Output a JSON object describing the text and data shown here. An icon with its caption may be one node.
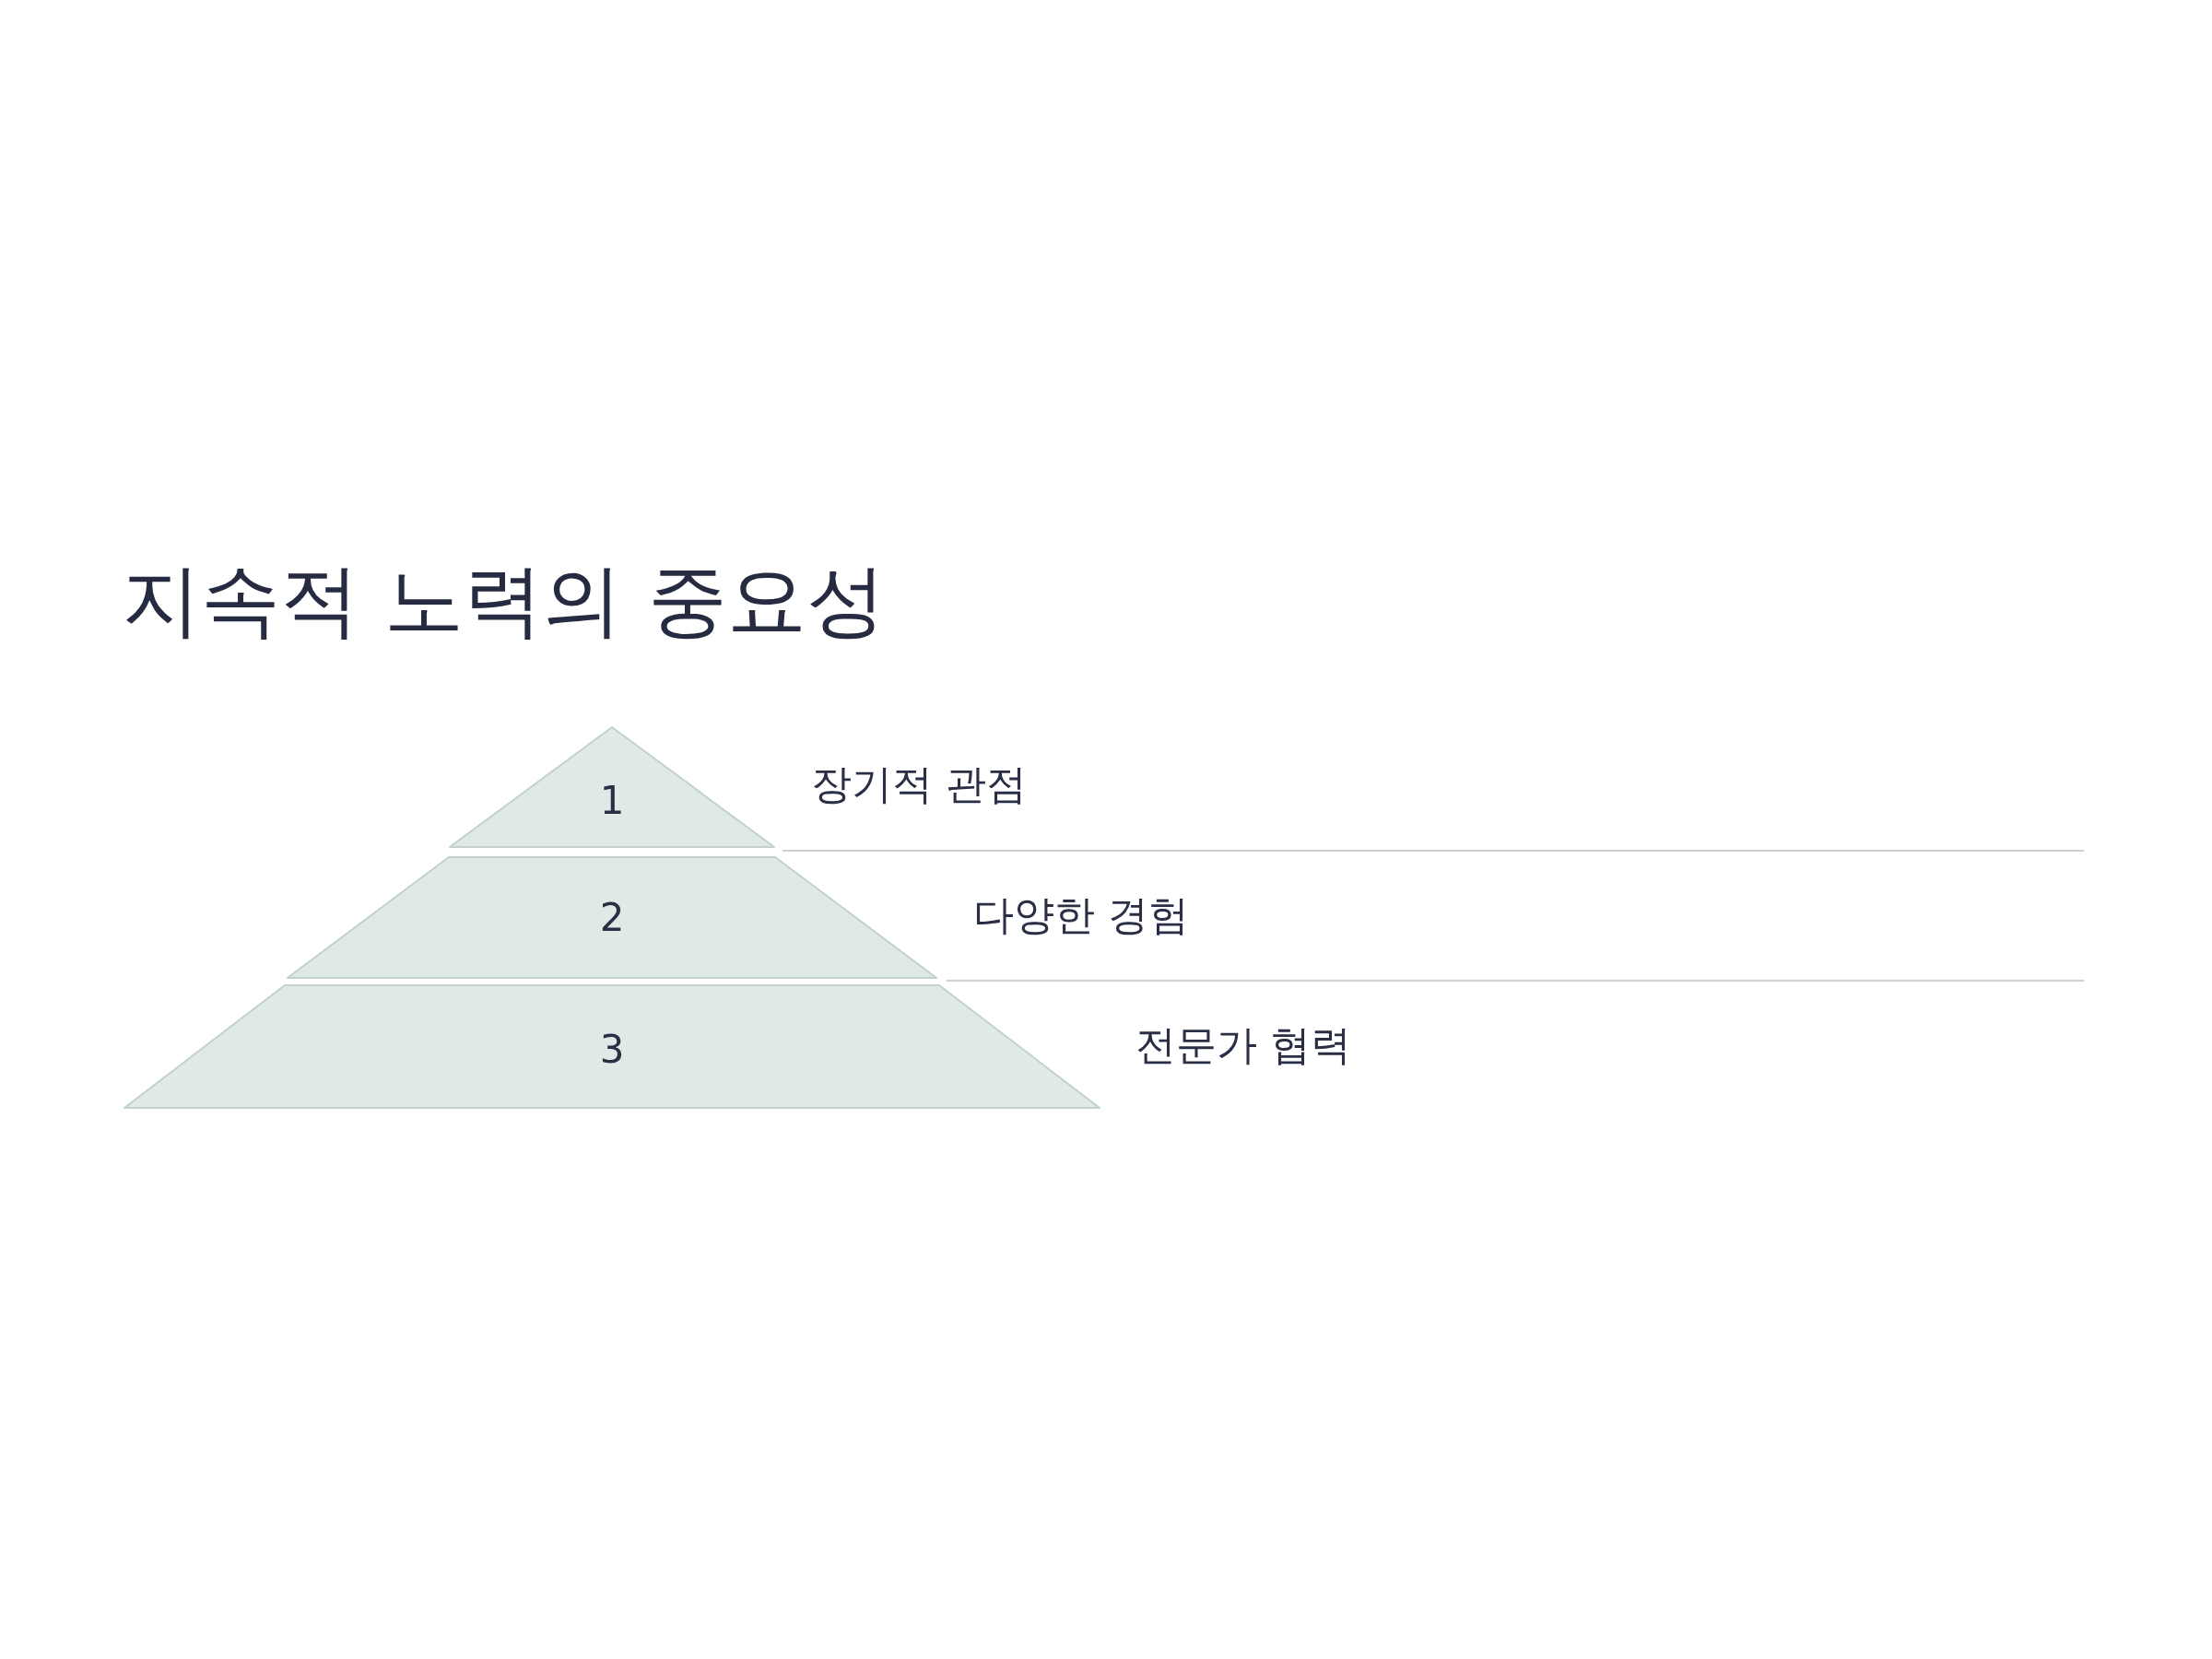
{
  "diagram": {
    "title": "지속적 노력의 중요성",
    "nodes": [
      {
        "text": [
          "1"
        ],
        "beside": [
          "장기적 관점"
        ]
      },
      {
        "text": [
          "2"
        ],
        "beside": [
          "다양한 경험"
        ]
      },
      {
        "text": [
          "3"
        ],
        "beside": [
          "전문가 협력"
        ]
      }
    ]
  }
}
